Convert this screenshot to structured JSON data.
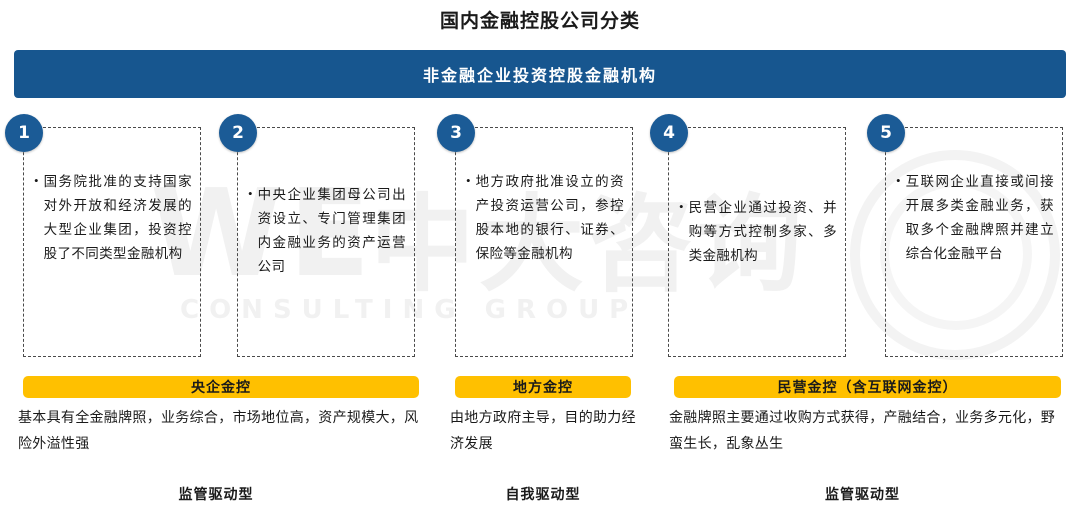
{
  "title": "国内金融控股公司分类",
  "banner": {
    "label": "非金融企业投资控股金融机构",
    "color": "#17568F"
  },
  "watermark": {
    "line1": "中大咨询",
    "line2": "CONSULTING GROUP",
    "mark": "WE"
  },
  "colors": {
    "banner_blue": "#17568F",
    "circle_blue": "#1B5B96",
    "label_yellow": "#FFC000",
    "dash_gray": "#4A4A4A"
  },
  "cards": [
    {
      "number": "1",
      "bullet": "•",
      "text": "国务院批准的支持国家对外开放和经济发展的大型企业集团，投资控股了不同类型金融机构"
    },
    {
      "number": "2",
      "bullet": "•",
      "text": "中央企业集团母公司出资设立、专门管理集团内金融业务的资产运营公司"
    },
    {
      "number": "3",
      "bullet": "•",
      "text": "地方政府批准设立的资产投资运营公司，参控股本地的银行、证券、保险等金融机构"
    },
    {
      "number": "4",
      "bullet": "•",
      "text": "民营企业通过投资、并购等方式控制多家、多类金融机构"
    },
    {
      "number": "5",
      "bullet": "•",
      "text": "互联网企业直接或间接开展多类金融业务，获取多个金融牌照并建立综合化金融平台"
    }
  ],
  "groups": [
    {
      "label": "央企金控",
      "description": "基本具有全金融牌照，业务综合，市场地位高，资产规模大，风险外溢性强",
      "footer": "监管驱动型"
    },
    {
      "label": "地方金控",
      "description": "由地方政府主导，目的助力经济发展",
      "footer": "自我驱动型"
    },
    {
      "label": "民营金控（含互联网金控）",
      "description": "金融牌照主要通过收购方式获得，产融结合，业务多元化，野蛮生长，乱象丛生",
      "footer": "监管驱动型"
    }
  ]
}
